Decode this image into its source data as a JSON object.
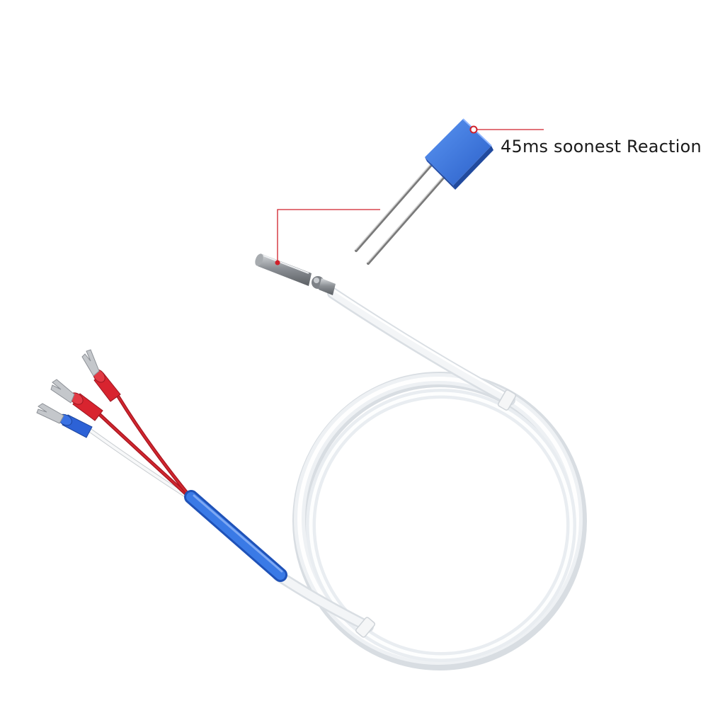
{
  "annotation": {
    "label": "45ms soonest Reaction"
  },
  "colors": {
    "background": "#ffffff",
    "callout_line": "#d0202a",
    "chip_blue": "#3a78e0",
    "cable_white": "#f4f6f8",
    "wire_red": "#c8202c",
    "heatshrink_blue": "#2f6ed8",
    "terminal_red": "#d8242f",
    "terminal_blue": "#2d62d6",
    "probe_metal": "#9a9ea3"
  },
  "icons": {
    "sensor_chip": "rtd-chip-element",
    "probe": "stainless-probe-tip",
    "terminals": "fork-spade-terminals"
  }
}
